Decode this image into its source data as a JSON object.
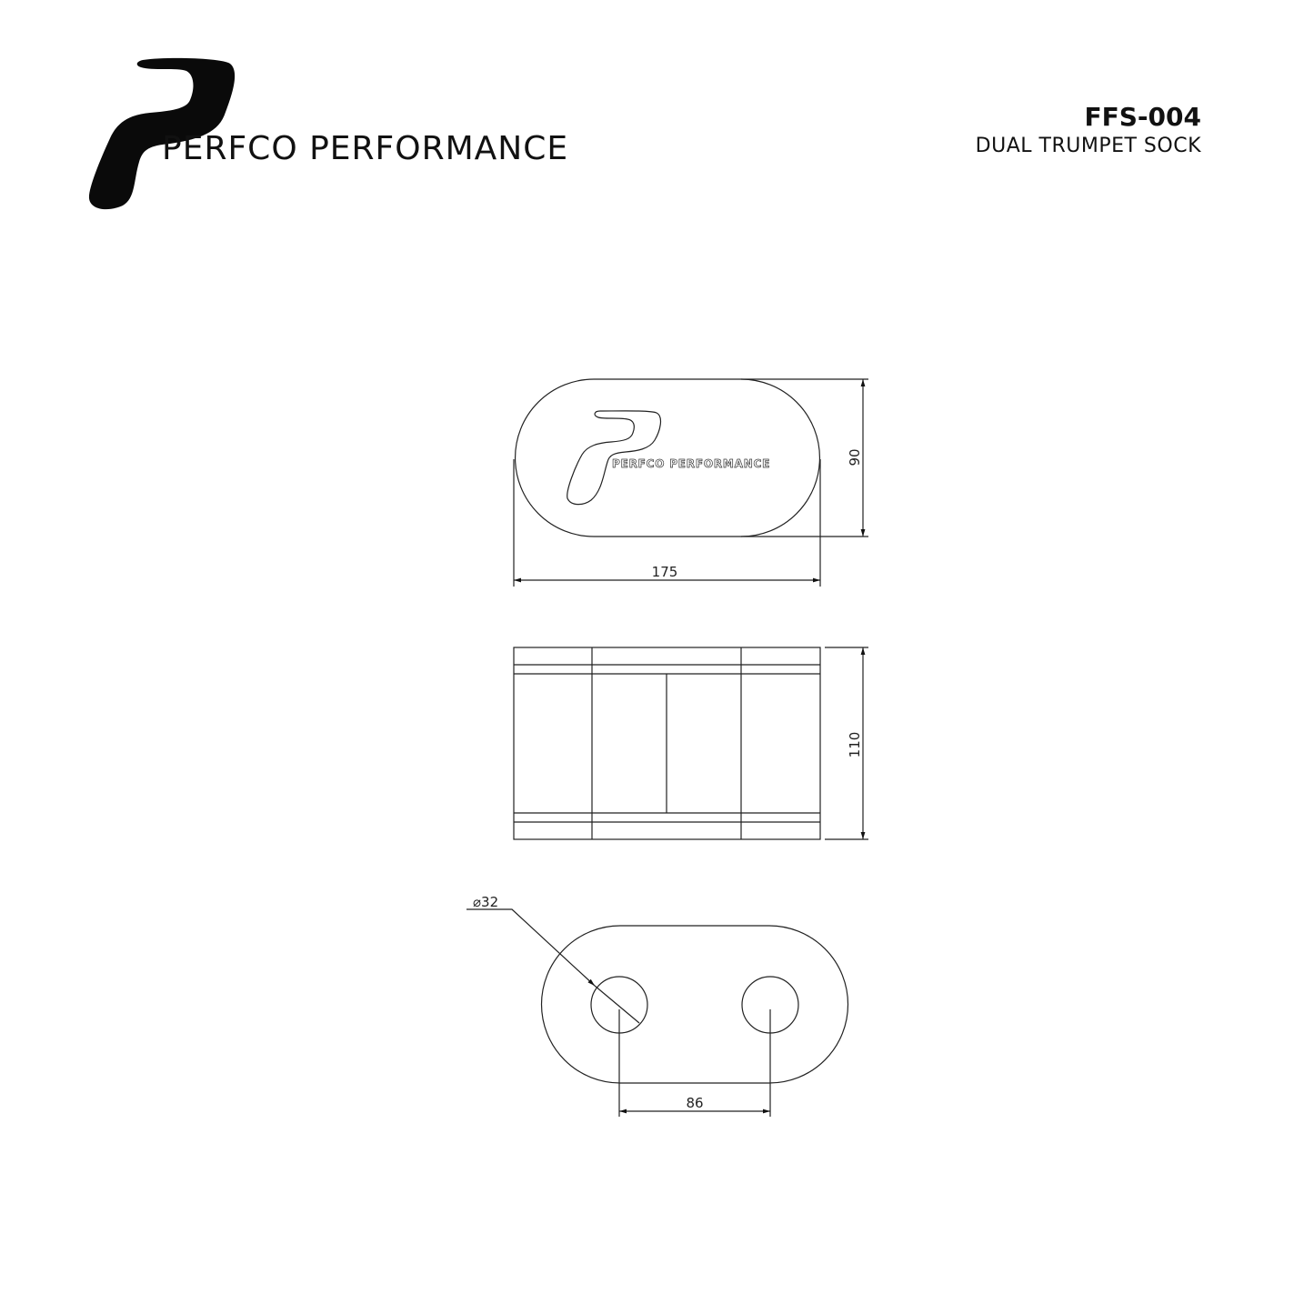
{
  "header": {
    "brand_name": "PERFCO PERFORMANCE",
    "brand_logo_icon": "perfco-p-logo-icon",
    "part_number": "FFS-004",
    "part_description": "DUAL TRUMPET SOCK"
  },
  "views": {
    "top_view": {
      "embossed_text": "PERFCO PERFORMANCE",
      "width_dim": "175",
      "height_dim": "90"
    },
    "side_view": {
      "height_dim": "110"
    },
    "bottom_view": {
      "hole_diameter": "⌀32",
      "hole_spacing": "86"
    }
  },
  "colors": {
    "ink": "#111111",
    "background": "#ffffff"
  }
}
